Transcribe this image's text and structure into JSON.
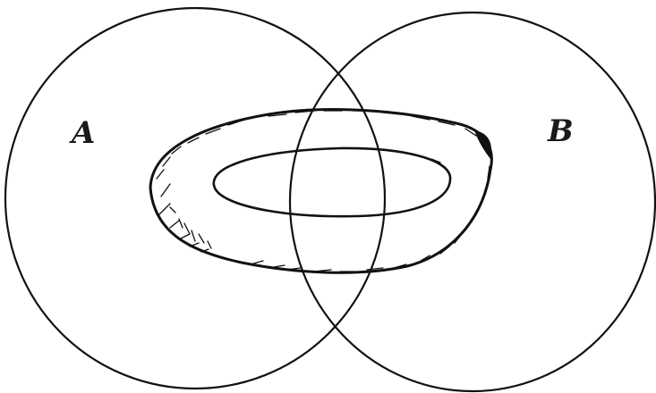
{
  "diagram": {
    "sets": [
      {
        "id": "set-a",
        "label": "A"
      },
      {
        "id": "set-b",
        "label": "B"
      }
    ],
    "shape": "torus",
    "colors": {
      "ink": "#111111",
      "background": "#ffffff"
    }
  }
}
